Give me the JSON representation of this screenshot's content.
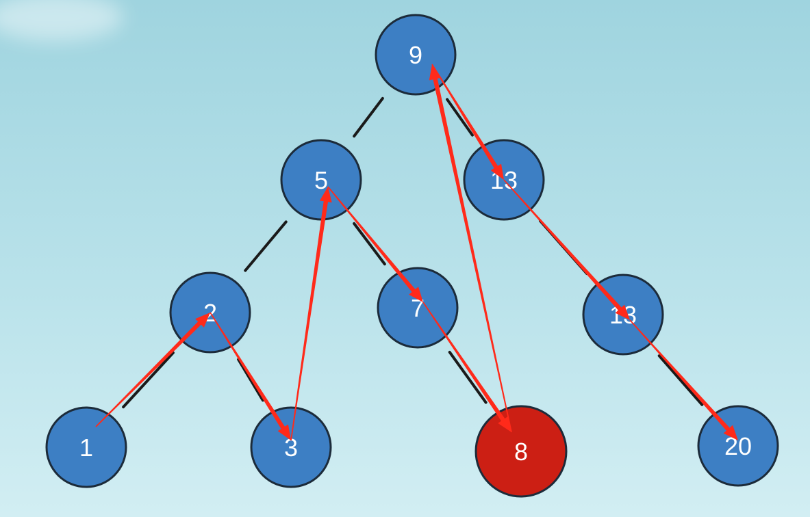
{
  "diagram": {
    "nodes": [
      {
        "id": "n9",
        "label": "9",
        "state": "normal"
      },
      {
        "id": "n5",
        "label": "5",
        "state": "normal"
      },
      {
        "id": "n13a",
        "label": "13",
        "state": "normal"
      },
      {
        "id": "n2",
        "label": "2",
        "state": "normal"
      },
      {
        "id": "n7",
        "label": "7",
        "state": "normal"
      },
      {
        "id": "n13b",
        "label": "13",
        "state": "normal"
      },
      {
        "id": "n1",
        "label": "1",
        "state": "normal"
      },
      {
        "id": "n3",
        "label": "3",
        "state": "normal"
      },
      {
        "id": "n8",
        "label": "8",
        "state": "highlighted"
      },
      {
        "id": "n20",
        "label": "20",
        "state": "normal"
      }
    ],
    "edges": [
      [
        "n9",
        "n5"
      ],
      [
        "n9",
        "n13a"
      ],
      [
        "n5",
        "n2"
      ],
      [
        "n5",
        "n7"
      ],
      [
        "n13a",
        "n13b"
      ],
      [
        "n2",
        "n1"
      ],
      [
        "n2",
        "n3"
      ],
      [
        "n7",
        "n8"
      ],
      [
        "n13b",
        "n20"
      ]
    ],
    "traversal_arrows": [
      [
        "n1",
        "n2"
      ],
      [
        "n2",
        "n3"
      ],
      [
        "n3",
        "n5"
      ],
      [
        "n5",
        "n7"
      ],
      [
        "n7",
        "n8"
      ],
      [
        "n8",
        "n9"
      ],
      [
        "n9",
        "n13a"
      ],
      [
        "n13a",
        "n13b"
      ],
      [
        "n13b",
        "n20"
      ]
    ],
    "colors": {
      "node_fill": "#3d7fc4",
      "node_stroke": "#1c2b3a",
      "highlight_fill": "#cc1f14",
      "edge": "#1a1a1a",
      "arrow": "#ff2a1a",
      "label": "#ffffff"
    }
  }
}
